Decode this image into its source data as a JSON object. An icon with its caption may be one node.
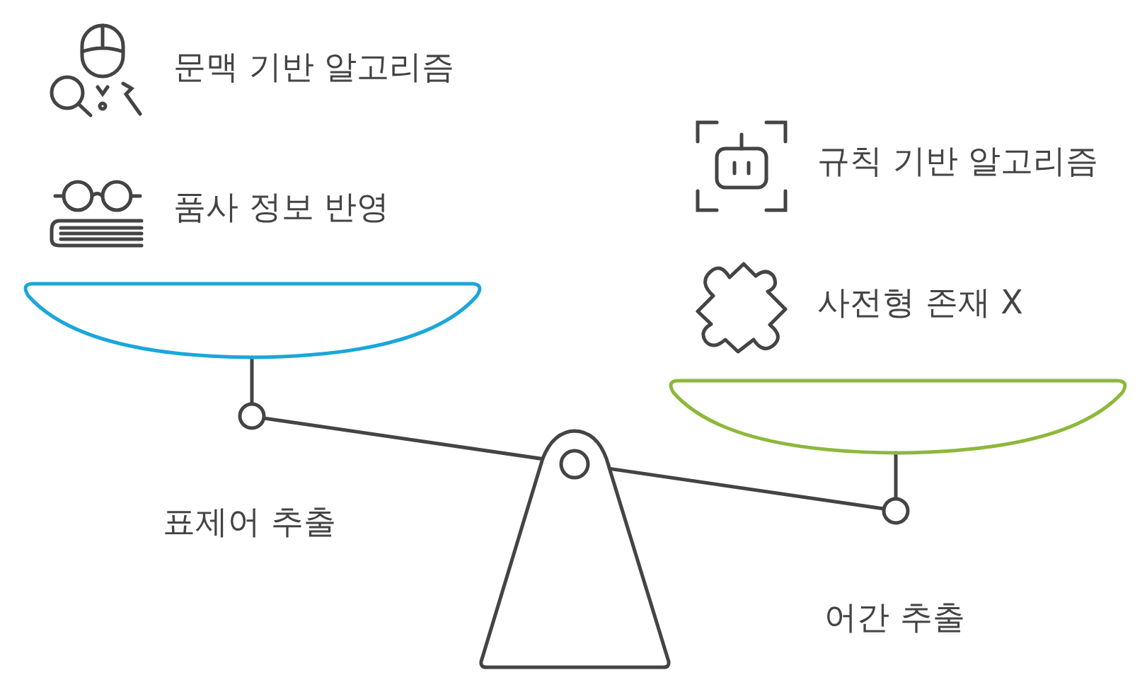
{
  "diagram": {
    "labels": [
      "문맥 기반 알고리즘",
      "규칙 기반 알고리즘",
      "품사 정보 반영",
      "사전형 존재 X",
      "표제어 추출",
      "어간 추출"
    ]
  }
}
